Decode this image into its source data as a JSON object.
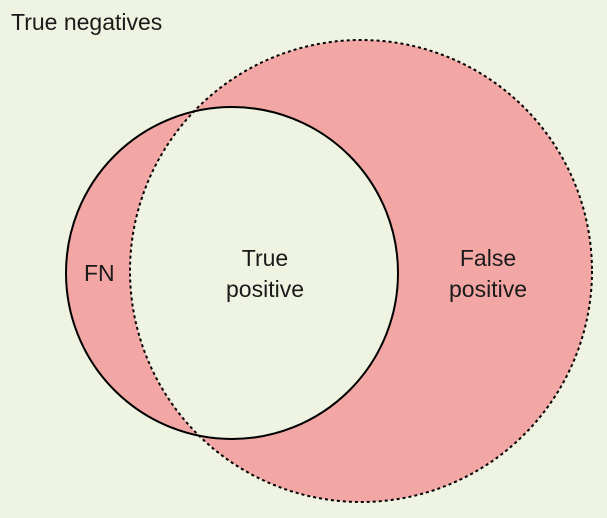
{
  "labels": {
    "true_negatives": "True negatives",
    "false_negative": "FN",
    "true_positive_line1": "True",
    "true_positive_line2": "positive",
    "false_positive_line1": "False",
    "false_positive_line2": "positive"
  },
  "colors": {
    "background": "#eef3e2",
    "highlight_fill": "#f2a7a5",
    "outline": "#000000"
  }
}
